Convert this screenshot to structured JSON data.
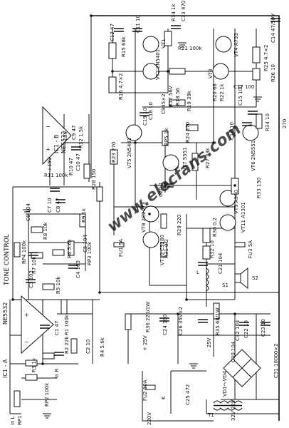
{
  "watermark": "www.elecfans.com",
  "colors": {
    "ink": "#111111",
    "watermark": "#46b9ad",
    "background": "#ffffff"
  },
  "sections": {
    "ic1a": "IC1 - A",
    "ic1a_part": "NE5532",
    "ic1b": "IC1 - B",
    "ic1b_part": "NE5532",
    "tone_control": "TONE CONTROL"
  },
  "inputs": {
    "in_l": "in L",
    "in_r": "in R",
    "rp1": "RP1",
    "rp2": "RP2 100k"
  },
  "supplies": {
    "plus15": "+15V",
    "minus15": "-15V",
    "plus25": "+ 25V",
    "minus25": "- 25V",
    "mains": "220V",
    "rail_270": "270"
  },
  "parts": {
    "r1": "R1 100k",
    "r2": "R2 22k",
    "r3": "R3 1k",
    "r4": "R4 5.6k",
    "c1": "C1 47",
    "c2": "C2 10",
    "r5": "R5 10k",
    "r6": "R6 5.6k",
    "r7": "R7 10k",
    "r8": "R8 10k",
    "r9": "R9 1k",
    "r10": "R10 47",
    "r11": "R11 100k",
    "r12": "R12 1.5k",
    "c3": "C3 103",
    "c4": "C4 103",
    "c5": "C5 104",
    "c6": "C6 104",
    "c7": "C7 10",
    "c8": "C8 47",
    "c9": "C9 47",
    "c10": "C10 47",
    "rp3": "RP3 100k",
    "rp4": "RP4 100k",
    "c11": "C11 10",
    "c12": "C12 47",
    "c13": "C13 470",
    "c14": "C14 47/50V",
    "r14": "R14 1k",
    "r15": "R15 68k",
    "r16": "R16 4.7×2",
    "r17": "R17 56V",
    "r18": "R18 56",
    "r19": "R19 39k",
    "r20": "R20 68",
    "r21": "R21 100k",
    "r22": "R22 1k",
    "r23": "R23 270",
    "r24": "R24 270",
    "r25": "R25 4.7×2",
    "r26": "R26 10",
    "r27": "R27 33k",
    "r28": "R28 150",
    "r29": "R29 220",
    "r30": "R30 0.2",
    "r31": "R31 0.2",
    "r32": "R32 10",
    "r33": "R33 150",
    "r34": "R34 10",
    "r35": "R35 68/1W",
    "r36": "R36 220/1W",
    "c15": "C15 100",
    "c16": "C16 10",
    "c17": "C17 100",
    "c18": "C18 10",
    "c19": "C19 10",
    "c20": "C20 1",
    "c21": "C21 104",
    "c22": "C22 10",
    "c23": "C23 10",
    "c24": "C24 100",
    "c25": "C25 472",
    "c26": "C26 35V×2",
    "c30": "C30 104",
    "c31": "C31 10000×2",
    "c32": "C32 104",
    "rp5": "RP5 1k",
    "vt1": "VT1",
    "vt2": "VT2 2N5401",
    "vt3": "VT3",
    "vt4": "VT4 A733",
    "vt5": "VT5 2N5401",
    "vt6": "VT6 2N5551",
    "vt7": "VT7 5551",
    "vt8": "VT8 2C2073",
    "vt9": "VT9 A940",
    "vt10": "VT10 C3280",
    "vt11": "VT11 A1301",
    "vt_pair": "C945×2",
    "fu1": "FU1 5A",
    "fu2": "FU2 10A",
    "fu3": "FU3 5A",
    "l1": "L",
    "s1": "S1",
    "s2": "S2",
    "t1": "T1",
    "k1": "K",
    "vd": "VD1～VD4",
    "trans": "32V 32V"
  }
}
